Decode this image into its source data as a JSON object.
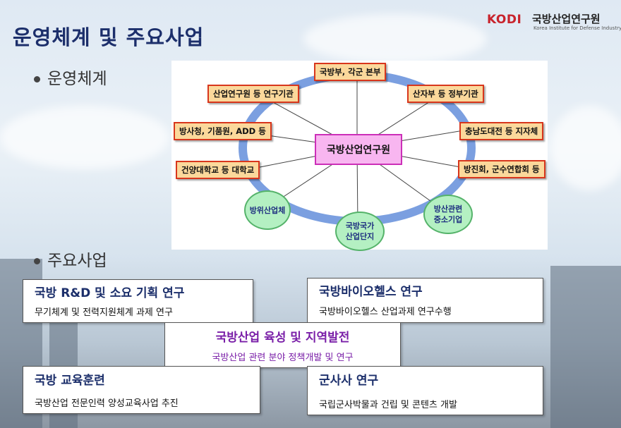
{
  "header": {
    "title": "운영체계 및 주요사업",
    "logo_mark": "KODI",
    "logo_name": "국방산업연구원",
    "logo_sub": "Korea Institute for Defense Industry"
  },
  "sections": {
    "operation": "운영체계",
    "business": "주요사업"
  },
  "diagram": {
    "center": "국방산업연구원",
    "nodes": {
      "top": "국방부, 각군 본부",
      "left1": "산업연구원 등 연구기관",
      "left2": "방사청, 기품원, ADD 등",
      "left3": "건양대학교 등 대학교",
      "right1": "산자부 등 정부기관",
      "right2": "충남도대전 등 지자체",
      "right3": "방진회, 군수연합회 등"
    },
    "circles": {
      "c1": "방위산업체",
      "c2_line1": "국방국가",
      "c2_line2": "산업단지",
      "c3_line1": "방산관련",
      "c3_line2": "중소기업"
    },
    "colors": {
      "ring": "#7b9fe0",
      "box_fill": "#fbd89b",
      "box_border": "#d8361c",
      "center_fill": "#f8b6f0",
      "circle_fill": "#b4f0c2"
    }
  },
  "cards": [
    {
      "title": "국방 R&D 및 소요 기획 연구",
      "desc": "무기체계 및 전력지원체계 과제 연구"
    },
    {
      "title": "국방바이오헬스 연구",
      "desc": "국방바이오헬스 산업과제 연구수행"
    },
    {
      "title": "국방산업 육성 및 지역발전",
      "desc": "국방산업 관련 분야 정책개발 및 연구"
    },
    {
      "title": "국방 교육훈련",
      "desc": "국방산업 전문인력 양성교육사업 추진"
    },
    {
      "title": "군사사 연구",
      "desc": "국립군사박물과 건립 및  콘텐츠 개발"
    }
  ]
}
